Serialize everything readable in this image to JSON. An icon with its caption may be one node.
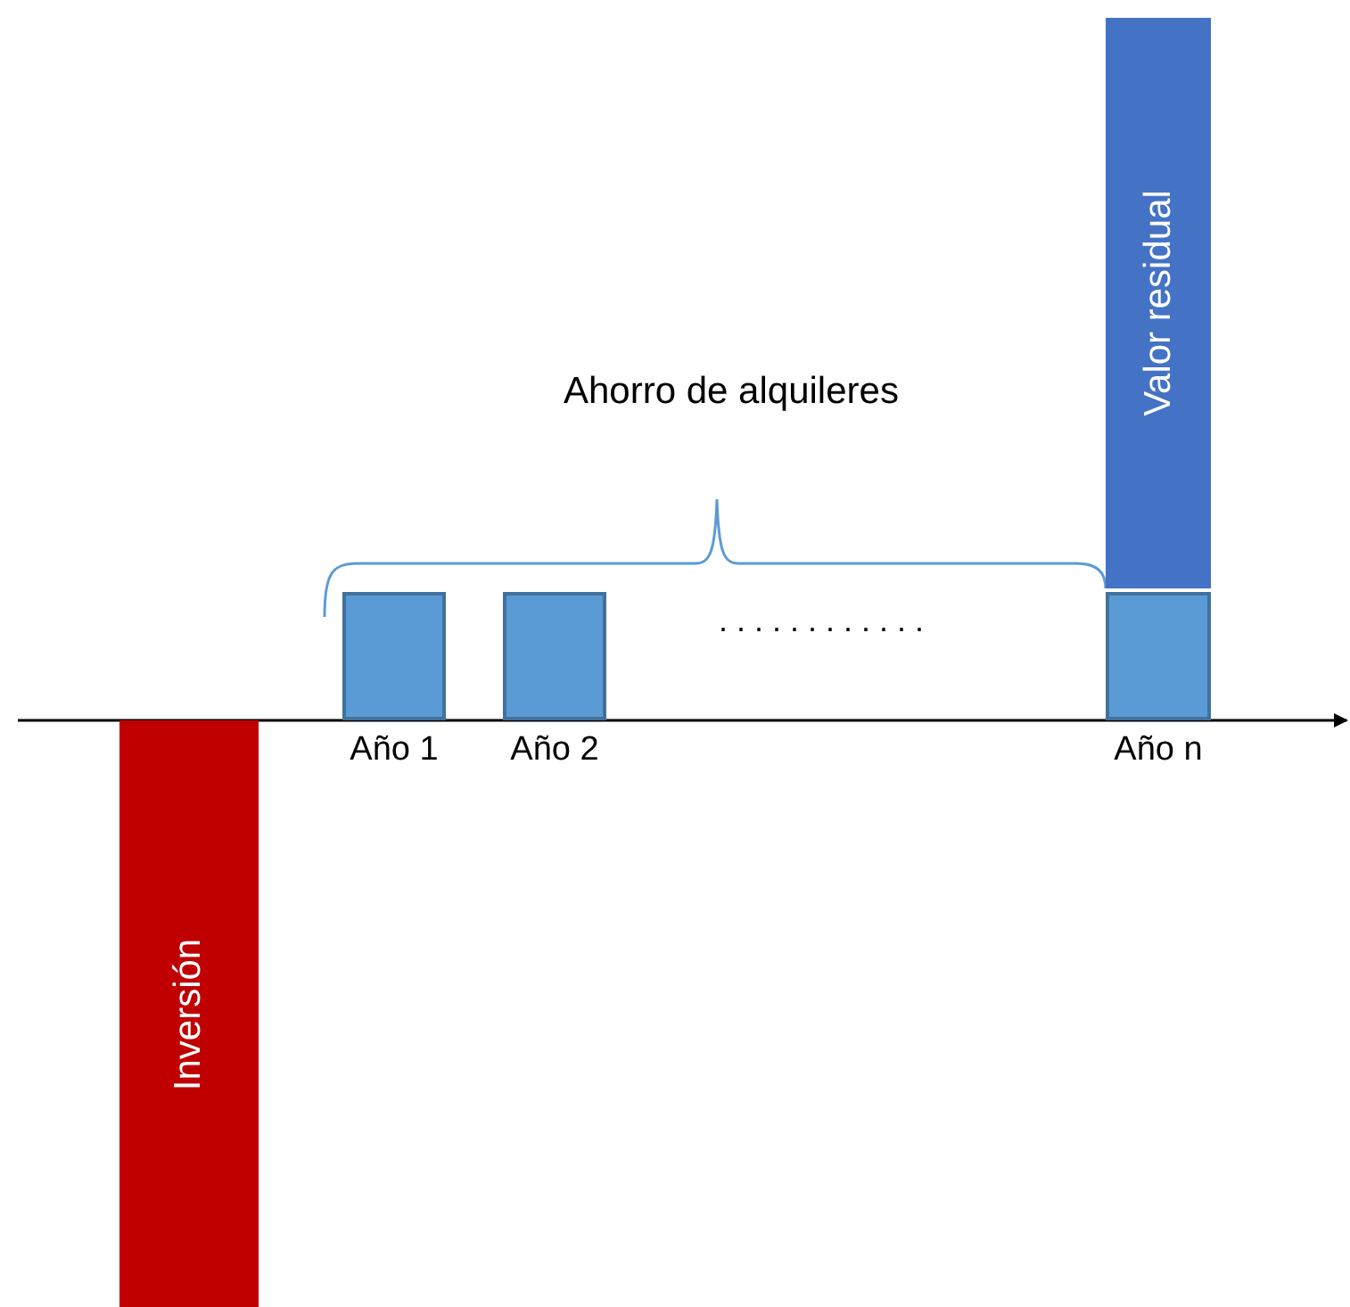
{
  "diagram": {
    "nodes": [
      {
        "text": [
          "Valor residual"
        ]
      },
      {
        "text": [],
        "shape": "bar",
        "beside": [
          "Año 1"
        ]
      },
      {
        "text": [],
        "shape": "bar",
        "beside": [
          "Año 2"
        ]
      },
      {
        "text": [],
        "shape": "bar",
        "beside": [
          "Año n"
        ]
      },
      {
        "text": [
          "Inversión"
        ]
      }
    ],
    "edges": [],
    "labels": [
      "Ahorro de alquileres",
      ". . . . . . . . . . . ."
    ]
  }
}
